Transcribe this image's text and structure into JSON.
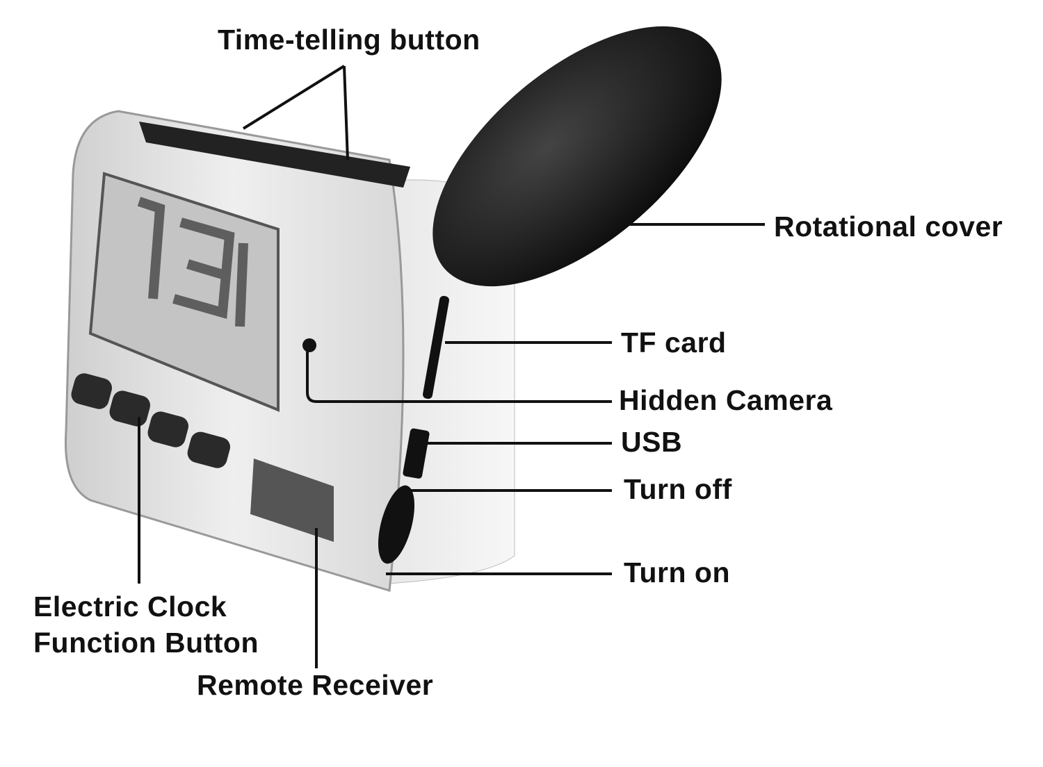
{
  "labels": {
    "time_telling_button": "Time-telling button",
    "rotational_cover": "Rotational cover",
    "tf_card": "TF card",
    "hidden_camera": "Hidden Camera",
    "usb": "USB",
    "turn_off": "Turn off",
    "turn_on": "Turn on",
    "electric_clock_line1": "Electric Clock",
    "electric_clock_line2": "Function Button",
    "remote_receiver": "Remote Receiver"
  },
  "colors": {
    "line": "#111111",
    "body": "#e4e4e4",
    "cover": "#151515",
    "screen": "#c9c9c9"
  }
}
